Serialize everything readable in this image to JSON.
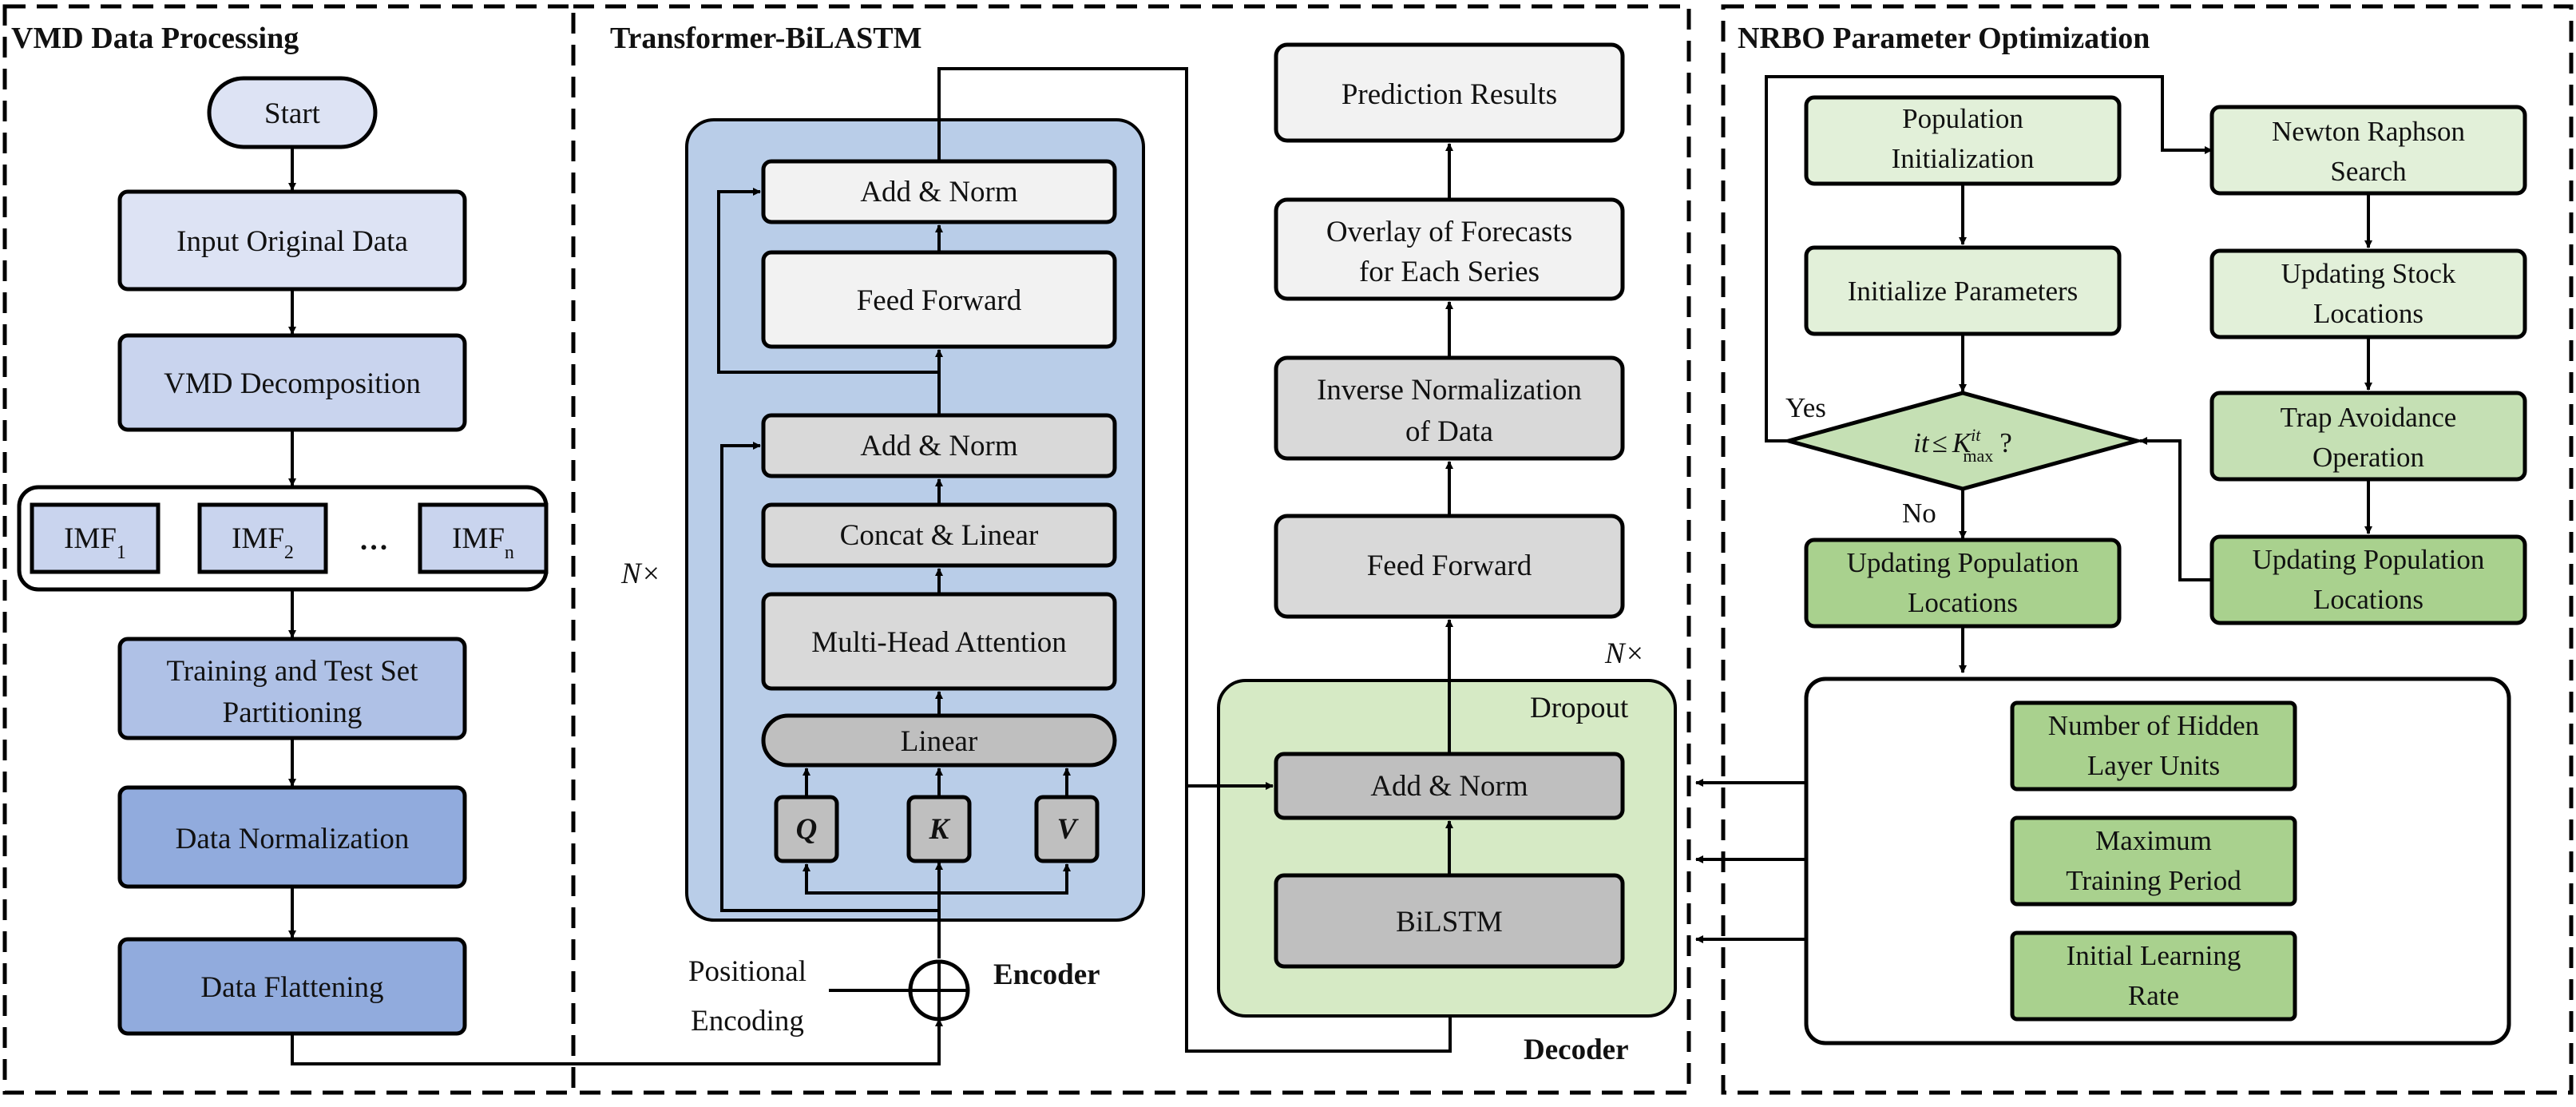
{
  "sections": {
    "vmd": "VMD Data Processing",
    "transformer": "Transformer-BiLASTM",
    "nrbo": "NRBO Parameter Optimization"
  },
  "vmd": {
    "start": "Start",
    "input": "Input Original Data",
    "decomposition": "VMD Decomposition",
    "imf_base": "IMF",
    "imf_sub": [
      "1",
      "2",
      "n"
    ],
    "ellipsis": "…",
    "partition_line1": "Training and Test Set",
    "partition_line2": "Partitioning",
    "normalization": "Data Normalization",
    "flattening": "Data Flattening"
  },
  "encoder": {
    "label": "Encoder",
    "repeat": "N×",
    "add_norm_top": "Add & Norm",
    "feed_forward": "Feed Forward",
    "add_norm_mid": "Add & Norm",
    "concat_linear": "Concat & Linear",
    "mha": "Multi-Head Attention",
    "linear": "Linear",
    "q": "Q",
    "k": "K",
    "v": "V",
    "pos_line1": "Positional",
    "pos_line2": "Encoding"
  },
  "decoder": {
    "label": "Decoder",
    "repeat": "N×",
    "prediction": "Prediction Results",
    "overlay_line1": "Overlay of Forecasts",
    "overlay_line2": "for Each Series",
    "inverse_line1": "Inverse Normalization",
    "inverse_line2": "of Data",
    "feed_forward": "Feed Forward",
    "dropout": "Dropout",
    "add_norm": "Add & Norm",
    "bilstm": "BiLSTM"
  },
  "nrbo": {
    "pop_init_line1": "Population",
    "pop_init_line2": "Initialization",
    "init_params": "Initialize Parameters",
    "cond_it": "it",
    "cond_leq": "≤",
    "cond_K": "K",
    "cond_sup": "it",
    "cond_sub": "max",
    "cond_q": "?",
    "yes": "Yes",
    "no": "No",
    "update_pop_left_line1": "Updating Population",
    "update_pop_left_line2": "Locations",
    "newton_line1": "Newton Raphson",
    "newton_line2": "Search",
    "stock_line1": "Updating Stock",
    "stock_line2": "Locations",
    "trap_line1": "Trap Avoidance",
    "trap_line2": "Operation",
    "update_pop_right_line1": "Updating Population",
    "update_pop_right_line2": "Locations",
    "hidden_line1": "Number of Hidden",
    "hidden_line2": "Layer Units",
    "maxtrain_line1": "Maximum",
    "maxtrain_line2": "Training Period",
    "lr_line1": "Initial Learning",
    "lr_line2": "Rate"
  },
  "colors": {
    "vmd_1": "#dde3f4",
    "vmd_2": "#c9d4ee",
    "vmd_3": "#afc1e6",
    "vmd_4": "#91abdd",
    "encoder_bg": "#b9cde8",
    "grey_light": "#f2f2f2",
    "grey_mid": "#d9d9d9",
    "grey_dark": "#bfbfbf",
    "decoder_bg": "#d6eac5",
    "green_light": "#e2f0d9",
    "green_mid": "#c5e0b4",
    "green_dark": "#a9d18e"
  }
}
